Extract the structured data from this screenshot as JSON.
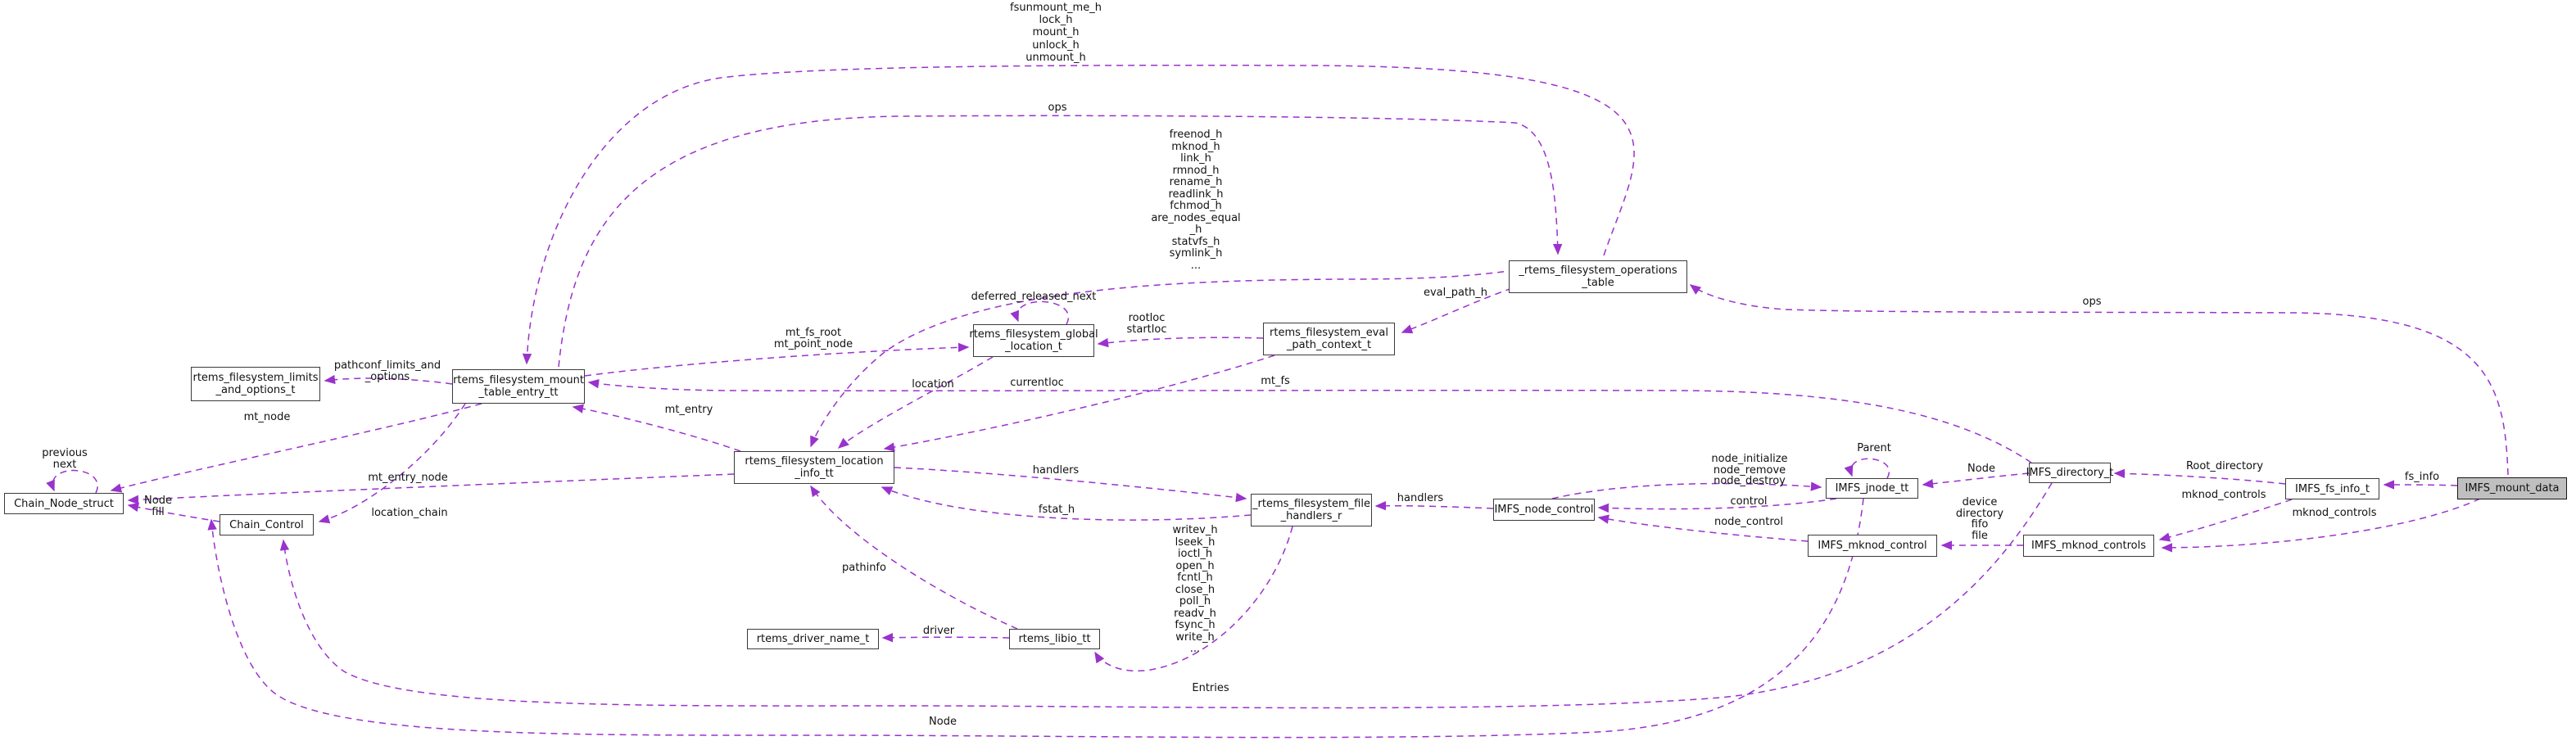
{
  "diagram": {
    "kind": "doxygen-collaboration-graph",
    "colors": {
      "edge": "#9a32cd",
      "highlight_fill": "#bfbfbf",
      "node_border": "#3b3b3b",
      "background": "#ffffff"
    }
  },
  "nodes": {
    "chain_node": [
      "Chain_Node_struct"
    ],
    "chain_control": [
      "Chain_Control"
    ],
    "limits": [
      "rtems_filesystem_limits",
      "_and_options_t"
    ],
    "mount_table": [
      "rtems_filesystem_mount",
      "_table_entry_tt"
    ],
    "location_info": [
      "rtems_filesystem_location",
      "_info_tt"
    ],
    "global_location": [
      "rtems_filesystem_global",
      "_location_t"
    ],
    "eval_path": [
      "rtems_filesystem_eval",
      "_path_context_t"
    ],
    "ops_table": [
      "_rtems_filesystem_operations",
      "_table"
    ],
    "file_handlers": [
      "_rtems_filesystem_file",
      "_handlers_r"
    ],
    "node_control": [
      "IMFS_node_control"
    ],
    "jnode": [
      "IMFS_jnode_tt"
    ],
    "directory": [
      "IMFS_directory_t"
    ],
    "fs_info": [
      "IMFS_fs_info_t"
    ],
    "mount_data": [
      "IMFS_mount_data"
    ],
    "mknod_control": [
      "IMFS_mknod_control"
    ],
    "mknod_controls": [
      "IMFS_mknod_controls"
    ],
    "driver_name": [
      "rtems_driver_name_t"
    ],
    "libio": [
      "rtems_libio_tt"
    ]
  },
  "edge_labels": {
    "ops_mount_members": [
      "fsunmount_me_h",
      "lock_h",
      "mount_h",
      "unlock_h",
      "unmount_h"
    ],
    "ops_top": [
      "ops"
    ],
    "ops_loc_members": [
      "freenod_h",
      "mknod_h",
      "link_h",
      "rmnod_h",
      "rename_h",
      "readlink_h",
      "fchmod_h",
      "are_nodes_equal",
      "_h",
      "statvfs_h",
      "symlink_h",
      "..."
    ],
    "deferred": [
      "deferred_released_next"
    ],
    "rootloc_startloc": [
      "rootloc",
      "startloc"
    ],
    "eval_path_h": [
      "eval_path_h"
    ],
    "mt_fs_root_block": [
      "mt_fs_root",
      "mt_point_node"
    ],
    "pathconf": [
      "pathconf_limits_and",
      "_options"
    ],
    "location": [
      "location"
    ],
    "currentloc": [
      "currentloc"
    ],
    "mt_fs": [
      "mt_fs"
    ],
    "mt_node": [
      "mt_node"
    ],
    "mt_entry": [
      "mt_entry"
    ],
    "previous_next": [
      "previous",
      "next"
    ],
    "node_fill": [
      "Node",
      "fill"
    ],
    "mt_entry_node": [
      "mt_entry_node"
    ],
    "location_chain": [
      "location_chain"
    ],
    "handlers_left": [
      "handlers"
    ],
    "fstat_h": [
      "fstat_h"
    ],
    "writev_block": [
      "writev_h",
      "lseek_h",
      "ioctl_h",
      "open_h",
      "fcntl_h",
      "close_h",
      "poll_h",
      "readv_h",
      "fsync_h",
      "write_h",
      "..."
    ],
    "driver": [
      "driver"
    ],
    "handlers_right": [
      "handlers"
    ],
    "node_init_block": [
      "node_initialize",
      "node_remove",
      "node_destroy"
    ],
    "parent": [
      "Parent"
    ],
    "control": [
      "control"
    ],
    "node_control_lbl": [
      "node_control"
    ],
    "node_jnode": [
      "Node"
    ],
    "dev_block": [
      "device",
      "directory",
      "fifo",
      "file"
    ],
    "root_directory": [
      "Root_directory"
    ],
    "mknod_controls_left": [
      "mknod_controls"
    ],
    "mknod_controls_right": [
      "mknod_controls"
    ],
    "fs_info_lbl": [
      "fs_info"
    ],
    "ops_right": [
      "ops"
    ],
    "entries": [
      "Entries"
    ],
    "node_bottom": [
      "Node"
    ],
    "pathinfo": [
      "pathinfo"
    ]
  }
}
